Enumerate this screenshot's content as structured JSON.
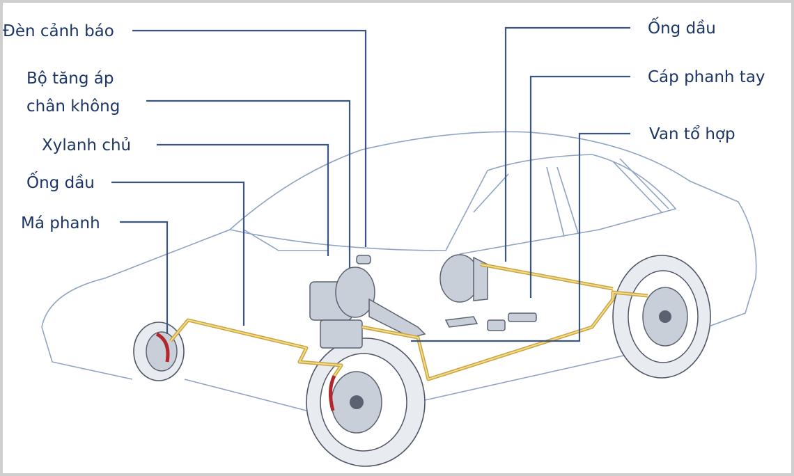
{
  "labels": {
    "warning_light": "Đèn cảnh báo",
    "vacuum_booster_line1": "Bộ tăng áp",
    "vacuum_booster_line2": "chân không",
    "master_cylinder": "Xylanh chủ",
    "brake_line_front": "Ống dầu",
    "brake_pad": "Má phanh",
    "brake_line_rear": "Ống dầu",
    "parking_brake_cable": "Cáp phanh tay",
    "combination_valve": "Van tổ hợp"
  },
  "colors": {
    "text": "#1d3566",
    "pipe": "#c9a441",
    "caliper": "#b3262b",
    "outline": "#8fa3c2"
  }
}
